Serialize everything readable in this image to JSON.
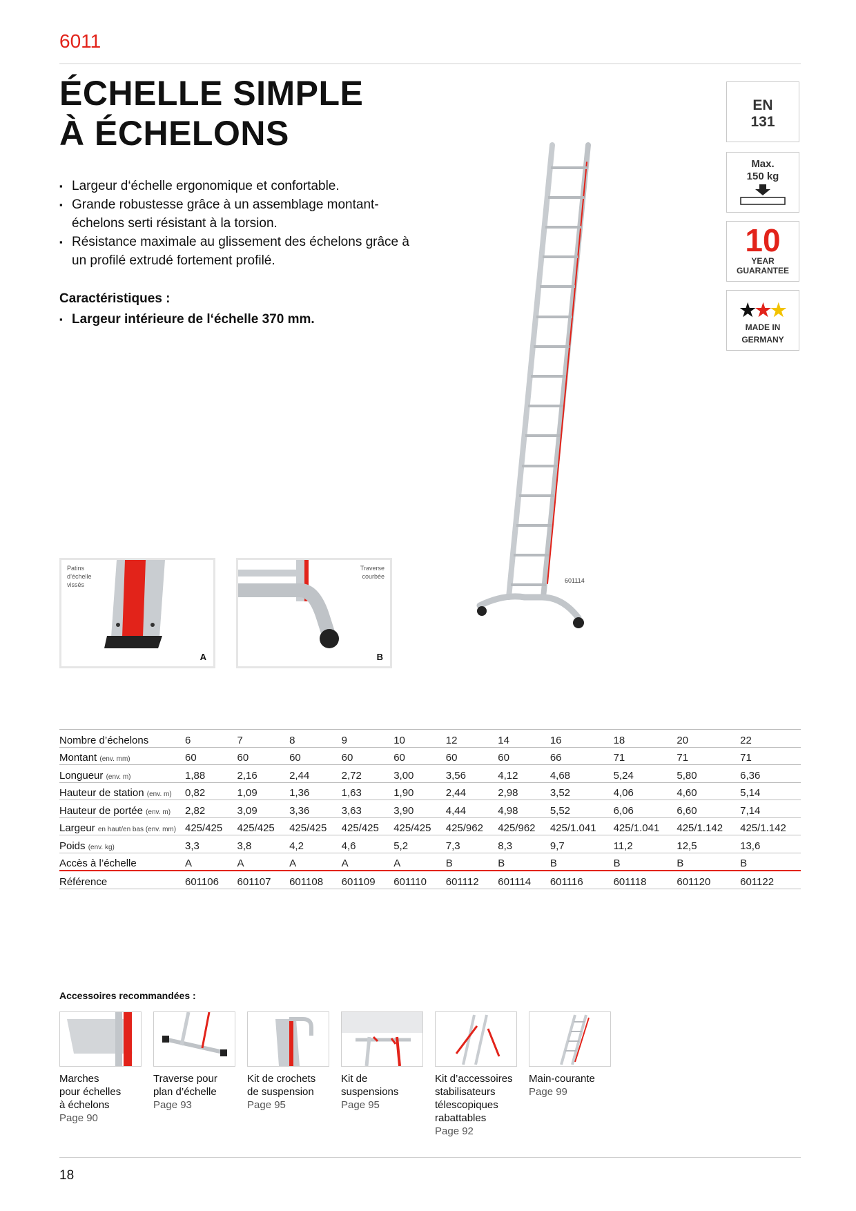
{
  "header": {
    "code": "6011"
  },
  "title": {
    "line1": "ÉCHELLE SIMPLE",
    "line2": "À ÉCHELONS"
  },
  "features": [
    "Largeur d‘échelle ergonomique et confortable.",
    "Grande robustesse grâce à un assemblage montant-échelons serti résistant à la torsion.",
    "Résistance maximale au glissement des échelons grâce à un profilé extrudé fortement profilé."
  ],
  "characteristics": {
    "title": "Caractéristiques :",
    "items": [
      "Largeur intérieure de l‘échelle 370 mm."
    ]
  },
  "badges": {
    "en": {
      "line1": "EN",
      "line2": "131"
    },
    "max": {
      "line1": "Max.",
      "line2": "150 kg"
    },
    "guarantee": {
      "number": "10",
      "line1": "YEAR",
      "line2": "GUARANTEE"
    },
    "made": {
      "line1": "MADE IN",
      "line2": "GERMANY"
    }
  },
  "details": {
    "a": {
      "caption_lines": [
        "Patins",
        "d’échelle",
        "vissés"
      ],
      "letter": "A"
    },
    "b": {
      "caption_lines": [
        "Traverse",
        "courbée"
      ],
      "letter": "B"
    }
  },
  "ladder_ref": "601114",
  "table": {
    "rows": [
      {
        "label": "Nombre d’échelons",
        "unit": "",
        "values": [
          "6",
          "7",
          "8",
          "9",
          "10",
          "12",
          "14",
          "16",
          "18",
          "20",
          "22"
        ],
        "head": true
      },
      {
        "label": "Montant",
        "unit": "(env. mm)",
        "values": [
          "60",
          "60",
          "60",
          "60",
          "60",
          "60",
          "60",
          "66",
          "71",
          "71",
          "71"
        ]
      },
      {
        "label": "Longueur",
        "unit": "(env. m)",
        "values": [
          "1,88",
          "2,16",
          "2,44",
          "2,72",
          "3,00",
          "3,56",
          "4,12",
          "4,68",
          "5,24",
          "5,80",
          "6,36"
        ]
      },
      {
        "label": "Hauteur de station",
        "unit": "(env. m)",
        "values": [
          "0,82",
          "1,09",
          "1,36",
          "1,63",
          "1,90",
          "2,44",
          "2,98",
          "3,52",
          "4,06",
          "4,60",
          "5,14"
        ]
      },
      {
        "label": "Hauteur de portée",
        "unit": "(env. m)",
        "values": [
          "2,82",
          "3,09",
          "3,36",
          "3,63",
          "3,90",
          "4,44",
          "4,98",
          "5,52",
          "6,06",
          "6,60",
          "7,14"
        ]
      },
      {
        "label": "Largeur",
        "unit": "en haut/en bas (env. mm)",
        "values": [
          "425/425",
          "425/425",
          "425/425",
          "425/425",
          "425/425",
          "425/962",
          "425/962",
          "425/1.041",
          "425/1.041",
          "425/1.142",
          "425/1.142"
        ]
      },
      {
        "label": "Poids",
        "unit": "(env. kg)",
        "values": [
          "3,3",
          "3,8",
          "4,2",
          "4,6",
          "5,2",
          "7,3",
          "8,3",
          "9,7",
          "11,2",
          "12,5",
          "13,6"
        ]
      },
      {
        "label": "Accès à l’échelle",
        "unit": "",
        "values": [
          "A",
          "A",
          "A",
          "A",
          "A",
          "B",
          "B",
          "B",
          "B",
          "B",
          "B"
        ],
        "red": true
      },
      {
        "label": "Référence",
        "unit": "",
        "values": [
          "601106",
          "601107",
          "601108",
          "601109",
          "601110",
          "601112",
          "601114",
          "601116",
          "601118",
          "601120",
          "601122"
        ]
      }
    ]
  },
  "accessories": {
    "title": "Accessoires recommandées :",
    "items": [
      {
        "lines": [
          "Marches",
          "pour échelles",
          "à échelons"
        ],
        "page": "Page 90"
      },
      {
        "lines": [
          "Traverse pour",
          "plan d’échelle"
        ],
        "page": "Page 93"
      },
      {
        "lines": [
          "Kit de crochets",
          "de suspension"
        ],
        "page": "Page 95"
      },
      {
        "lines": [
          "Kit de",
          "suspensions"
        ],
        "page": "Page 95"
      },
      {
        "lines": [
          "Kit d’accessoires",
          "stabilisateurs",
          "télescopiques",
          "rabattables"
        ],
        "page": "Page 92"
      },
      {
        "lines": [
          "Main-courante"
        ],
        "page": "Page 99"
      }
    ]
  },
  "footer": {
    "page_number": "18"
  },
  "colors": {
    "accent": "#e2231a",
    "rule": "#cfcfcf"
  }
}
